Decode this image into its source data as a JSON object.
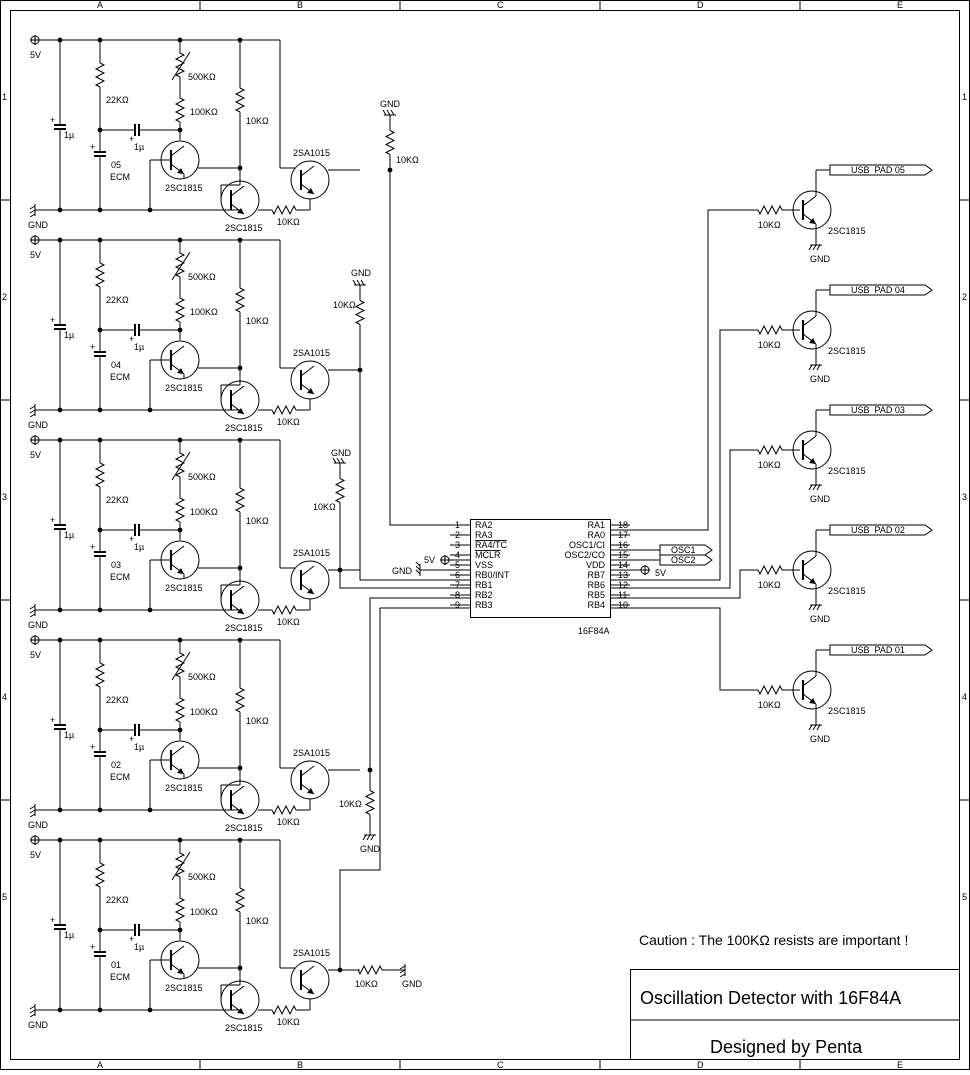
{
  "border": {
    "col_letters": [
      "A",
      "B",
      "C",
      "D",
      "E"
    ],
    "row_numbers": [
      "1",
      "2",
      "3",
      "4",
      "5"
    ]
  },
  "stages": [
    {
      "mic": "05",
      "rb": "22KΩ",
      "pot": "500KΩ",
      "r1": "100KΩ",
      "rc": "10KΩ",
      "rbase": "10KΩ",
      "c1": "1µ",
      "c2": "1µ",
      "ecm": "ECM",
      "q1": "2SC1815",
      "q2": "2SC1815",
      "q3": "2SA1015",
      "v": "5V",
      "gnd": "GND"
    },
    {
      "mic": "04",
      "rb": "22KΩ",
      "pot": "500KΩ",
      "r1": "100KΩ",
      "rc": "10KΩ",
      "rbase": "10KΩ",
      "c1": "1µ",
      "c2": "1µ",
      "ecm": "ECM",
      "q1": "2SC1815",
      "q2": "2SC1815",
      "q3": "2SA1015",
      "v": "5V",
      "gnd": "GND"
    },
    {
      "mic": "03",
      "rb": "22KΩ",
      "pot": "500KΩ",
      "r1": "100KΩ",
      "rc": "10KΩ",
      "rbase": "10KΩ",
      "c1": "1µ",
      "c2": "1µ",
      "ecm": "ECM",
      "q1": "2SC1815",
      "q2": "2SC1815",
      "q3": "2SA1015",
      "v": "5V",
      "gnd": "GND"
    },
    {
      "mic": "02",
      "rb": "22KΩ",
      "pot": "500KΩ",
      "r1": "100KΩ",
      "rc": "10KΩ",
      "rbase": "10KΩ",
      "c1": "1µ",
      "c2": "1µ",
      "ecm": "ECM",
      "q1": "2SC1815",
      "q2": "2SC1815",
      "q3": "2SA1015",
      "v": "5V",
      "gnd": "GND"
    },
    {
      "mic": "01",
      "rb": "22KΩ",
      "pot": "500KΩ",
      "r1": "100KΩ",
      "rc": "10KΩ",
      "rbase": "10KΩ",
      "c1": "1µ",
      "c2": "1µ",
      "ecm": "ECM",
      "q1": "2SC1815",
      "q2": "2SC1815",
      "q3": "2SA1015",
      "v": "5V",
      "gnd": "GND"
    }
  ],
  "pulls": [
    {
      "res": "10KΩ",
      "gnd": "GND"
    },
    {
      "res": "10KΩ",
      "gnd": "GND"
    },
    {
      "res": "10KΩ",
      "gnd": "GND"
    },
    {
      "res": "10KΩ",
      "gnd": "GND"
    },
    {
      "res": "10KΩ",
      "gnd": "GND"
    }
  ],
  "mcu": {
    "part": "16F84A",
    "left_pins": [
      {
        "num": "1",
        "name": "RA2"
      },
      {
        "num": "2",
        "name": "RA3"
      },
      {
        "num": "3",
        "name": "RA4/TC"
      },
      {
        "num": "4",
        "name": "MCLR"
      },
      {
        "num": "5",
        "name": "VSS"
      },
      {
        "num": "6",
        "name": "RB0/INT"
      },
      {
        "num": "7",
        "name": "RB1"
      },
      {
        "num": "8",
        "name": "RB2"
      },
      {
        "num": "9",
        "name": "RB3"
      }
    ],
    "right_pins": [
      {
        "num": "18",
        "name": "RA1"
      },
      {
        "num": "17",
        "name": "RA0"
      },
      {
        "num": "16",
        "name": "OSC1/CI"
      },
      {
        "num": "15",
        "name": "OSC2/CO"
      },
      {
        "num": "14",
        "name": "VDD"
      },
      {
        "num": "13",
        "name": "RB7"
      },
      {
        "num": "12",
        "name": "RB6"
      },
      {
        "num": "11",
        "name": "RB5"
      },
      {
        "num": "10",
        "name": "RB4"
      }
    ],
    "osc1": "OSC1",
    "osc2": "OSC2",
    "vdd": "5V",
    "mclr_v": "5V",
    "vss_gnd": "GND"
  },
  "outputs": [
    {
      "pad": "USB_PAD 05",
      "res": "10KΩ",
      "tr": "2SC1815",
      "gnd": "GND"
    },
    {
      "pad": "USB_PAD 04",
      "res": "10KΩ",
      "tr": "2SC1815",
      "gnd": "GND"
    },
    {
      "pad": "USB_PAD 03",
      "res": "10KΩ",
      "tr": "2SC1815",
      "gnd": "GND"
    },
    {
      "pad": "USB_PAD 02",
      "res": "10KΩ",
      "tr": "2SC1815",
      "gnd": "GND"
    },
    {
      "pad": "USB_PAD 01",
      "res": "10KΩ",
      "tr": "2SC1815",
      "gnd": "GND"
    }
  ],
  "caution": "Caution : The 100KΩ resists are important !",
  "title_block": {
    "title": "Oscillation Detector with 16F84A",
    "author": "Designed by Penta"
  }
}
